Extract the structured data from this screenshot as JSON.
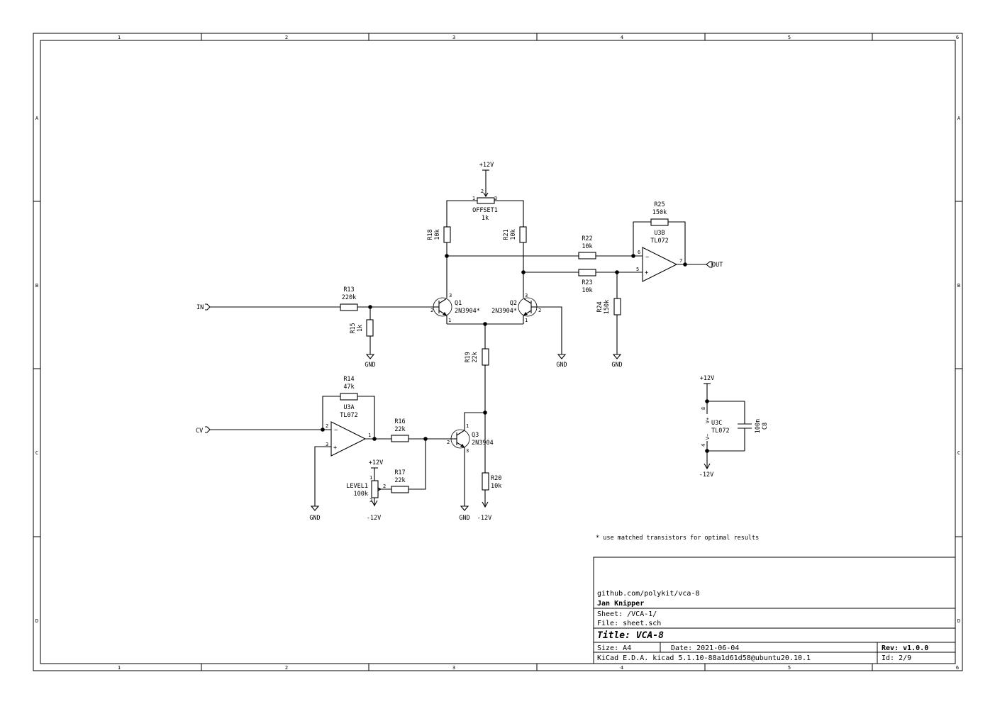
{
  "frame": {
    "cols": [
      "1",
      "2",
      "3",
      "4",
      "5",
      "6"
    ],
    "rows": [
      "A",
      "B",
      "C",
      "D"
    ]
  },
  "labels": {
    "in": "IN",
    "cv": "CV",
    "out": "OUT",
    "p12": "+12V",
    "m12": "-12V",
    "gnd": "GND"
  },
  "parts": {
    "offset1": {
      "ref": "OFFSET1",
      "value": "1k",
      "pin1": "1",
      "pin2": "2",
      "pin3": "3"
    },
    "r18": {
      "ref": "R18",
      "value": "10k"
    },
    "r21": {
      "ref": "R21",
      "value": "10k"
    },
    "r22": {
      "ref": "R22",
      "value": "10k"
    },
    "r23": {
      "ref": "R23",
      "value": "10k"
    },
    "r24": {
      "ref": "R24",
      "value": "150k"
    },
    "r25": {
      "ref": "R25",
      "value": "150k"
    },
    "u3b": {
      "ref": "U3B",
      "value": "TL072",
      "pin6": "6",
      "pin5": "5",
      "pin7": "7",
      "minus": "−",
      "plus": "+"
    },
    "r13": {
      "ref": "R13",
      "value": "220k"
    },
    "r15": {
      "ref": "R15",
      "value": "1k"
    },
    "q1": {
      "ref": "Q1",
      "value": "2N3904*",
      "pin1": "1",
      "pin2": "2",
      "pin3": "3"
    },
    "q2": {
      "ref": "Q2",
      "value": "2N3904*",
      "pin1": "1",
      "pin2": "2",
      "pin3": "3"
    },
    "r19": {
      "ref": "R19",
      "value": "22k"
    },
    "r14": {
      "ref": "R14",
      "value": "47k"
    },
    "u3a": {
      "ref": "U3A",
      "value": "TL072",
      "pin1": "1",
      "pin2": "2",
      "pin3": "3",
      "minus": "−",
      "plus": "+"
    },
    "r16": {
      "ref": "R16",
      "value": "22k"
    },
    "r17": {
      "ref": "R17",
      "value": "22k"
    },
    "q3": {
      "ref": "Q3",
      "value": "2N3904",
      "pin1": "1",
      "pin2": "2",
      "pin3": "3"
    },
    "r20": {
      "ref": "R20",
      "value": "10k"
    },
    "level1": {
      "ref": "LEVEL1",
      "value": "100k",
      "pin1": "1",
      "pin2": "2",
      "pin3": "3"
    },
    "u3c": {
      "ref": "U3C",
      "value": "TL072",
      "pin8": "8",
      "pin4": "4",
      "vplus": "V+",
      "vminus": "V−"
    },
    "c8": {
      "ref": "C8",
      "value": "100n"
    }
  },
  "note": "* use matched transistors for optimal results",
  "titleblock": {
    "url": "github.com/polykit/vca-8",
    "author": "Jan Knipper",
    "sheet": "Sheet: /VCA-1/",
    "file": "File: sheet.sch",
    "title": "Title: VCA-8",
    "size": "Size: A4",
    "date": "Date: 2021-06-04",
    "rev": "Rev: v1.0.0",
    "tool": "KiCad E.D.A.  kicad 5.1.10-88a1d61d58@ubuntu20.10.1",
    "id": "Id: 2/9"
  }
}
